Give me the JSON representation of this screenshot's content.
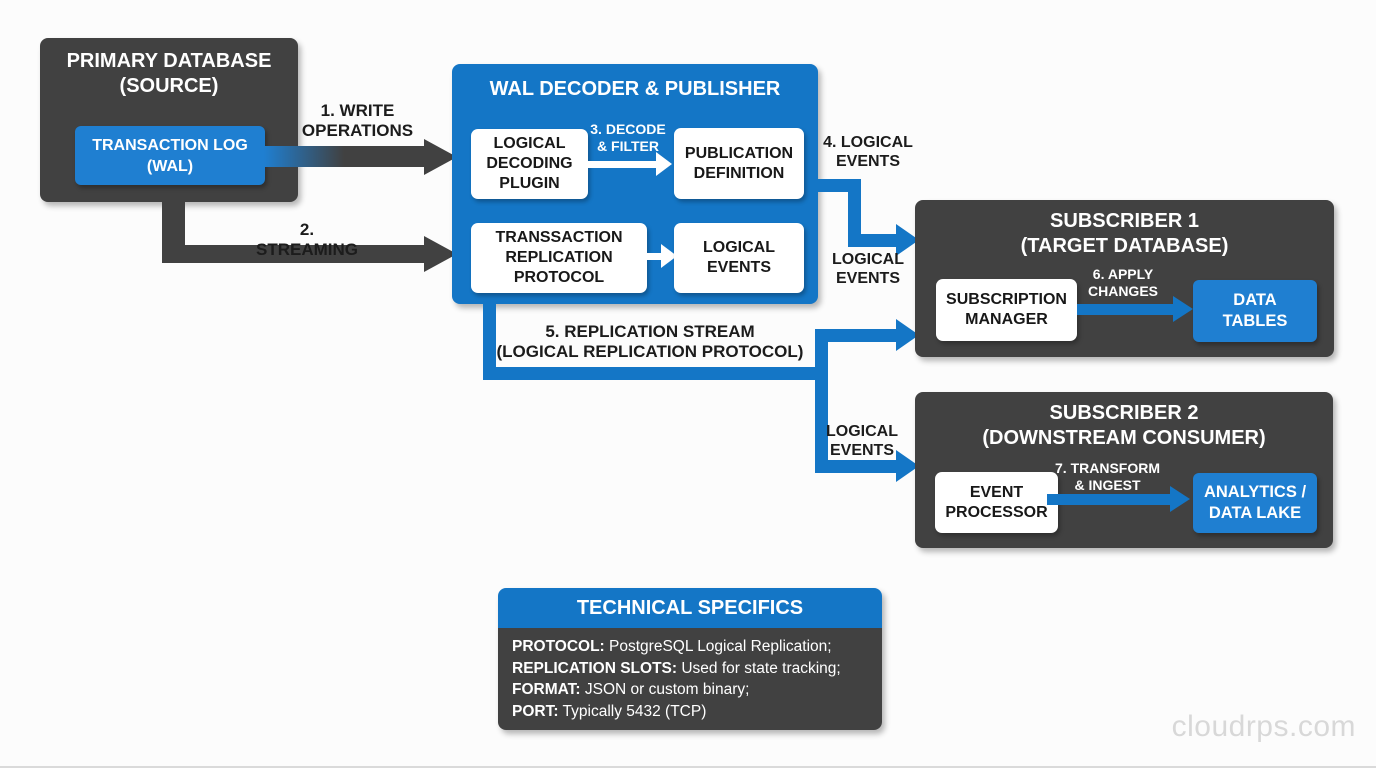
{
  "colors": {
    "accent_blue": "#1476c6",
    "accent_blue_light": "#1f7fd1",
    "panel_dark": "#414141",
    "label_text": "#1c1c1c",
    "watermark_gray": "#d8d8d8"
  },
  "primary_db": {
    "title": [
      "PRIMARY DATABASE",
      "(SOURCE)"
    ],
    "transaction_log": [
      "TRANSACTION LOG",
      "(WAL)"
    ]
  },
  "wal_decoder": {
    "title": "WAL DECODER & PUBLISHER",
    "logical_decoding_plugin": [
      "LOGICAL",
      "DECODING",
      "PLUGIN"
    ],
    "publication_definition": [
      "PUBLICATION",
      "DEFINITION"
    ],
    "transsaction_replication_protocol": [
      "TRANSSACTION",
      "REPLICATION",
      "PROTOCOL"
    ],
    "logical_events": [
      "LOGICAL",
      "EVENTS"
    ]
  },
  "subscriber1": {
    "title": [
      "SUBSCRIBER 1",
      "(TARGET DATABASE)"
    ],
    "subscription_manager": [
      "SUBSCRIPTION",
      "MANAGER"
    ],
    "data_tables": [
      "DATA",
      "TABLES"
    ]
  },
  "subscriber2": {
    "title": [
      "SUBSCRIBER 2",
      "(DOWNSTREAM CONSUMER)"
    ],
    "event_processor": [
      "EVENT",
      "PROCESSOR"
    ],
    "analytics_data_lake": [
      "ANALYTICS /",
      "DATA LAKE"
    ]
  },
  "arrows": {
    "write_operations": [
      "1. WRITE",
      "OPERATIONS"
    ],
    "streaming": "2. STREAMING",
    "decode_filter": [
      "3. DECODE",
      "& FILTER"
    ],
    "logical_events_4": [
      "4. LOGICAL",
      "EVENTS"
    ],
    "logical_events_sub1": [
      "LOGICAL",
      "EVENTS"
    ],
    "replication_stream": [
      "5. REPLICATION STREAM",
      "(LOGICAL REPLICATION PROTOCOL)"
    ],
    "apply_changes": [
      "6. APPLY",
      "CHANGES"
    ],
    "logical_events_sub2": [
      "LOGICAL",
      "EVENTS"
    ],
    "transform_ingest": [
      "7. TRANSFORM",
      "& INGEST"
    ]
  },
  "technical_specifics": {
    "title": "TECHNICAL SPECIFICS",
    "rows": [
      {
        "label": "PROTOCOL:",
        "value": " PostgreSQL Logical Replication;"
      },
      {
        "label": "REPLICATION SLOTS:",
        "value": " Used for state tracking;"
      },
      {
        "label": "FORMAT:",
        "value": " JSON or custom binary;"
      },
      {
        "label": "PORT:",
        "value": " Typically 5432 (TCP)"
      }
    ]
  },
  "watermark": "cloudrps.com"
}
